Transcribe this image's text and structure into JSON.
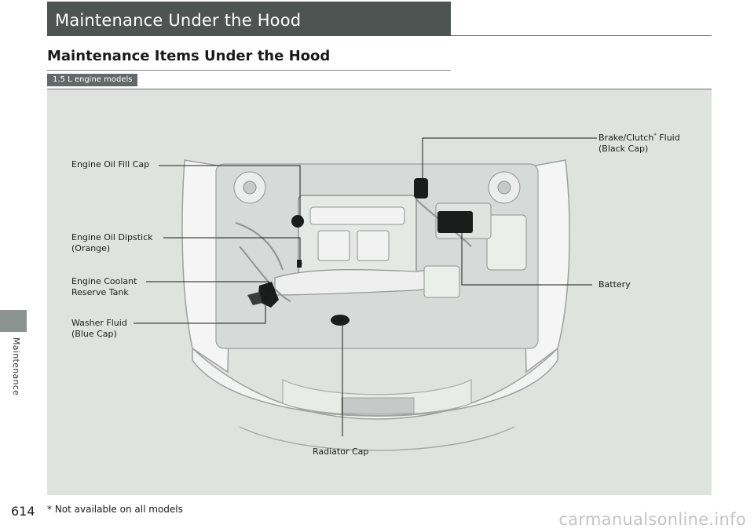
{
  "sidebar": {
    "label": "Maintenance"
  },
  "header": {
    "title": "Maintenance Under the Hood"
  },
  "section": {
    "heading": "Maintenance Items Under the Hood",
    "badge": "1.5 L engine models"
  },
  "figure": {
    "callouts": {
      "engine_oil_fill_cap": "Engine Oil Fill Cap",
      "engine_oil_dipstick": "Engine Oil Dipstick\n(Orange)",
      "engine_coolant": "Engine Coolant\nReserve Tank",
      "washer_fluid": "Washer Fluid\n(Blue Cap)",
      "brake_fluid_before": "Brake/Clutch",
      "brake_fluid_mark": "*",
      "brake_fluid_after": " Fluid\n(Black Cap)",
      "battery": "Battery",
      "radiator_cap": "Radiator Cap"
    }
  },
  "footer": {
    "page_number": "614",
    "footnote": "* Not available on all models",
    "watermark": "carmanualsonline.info"
  }
}
